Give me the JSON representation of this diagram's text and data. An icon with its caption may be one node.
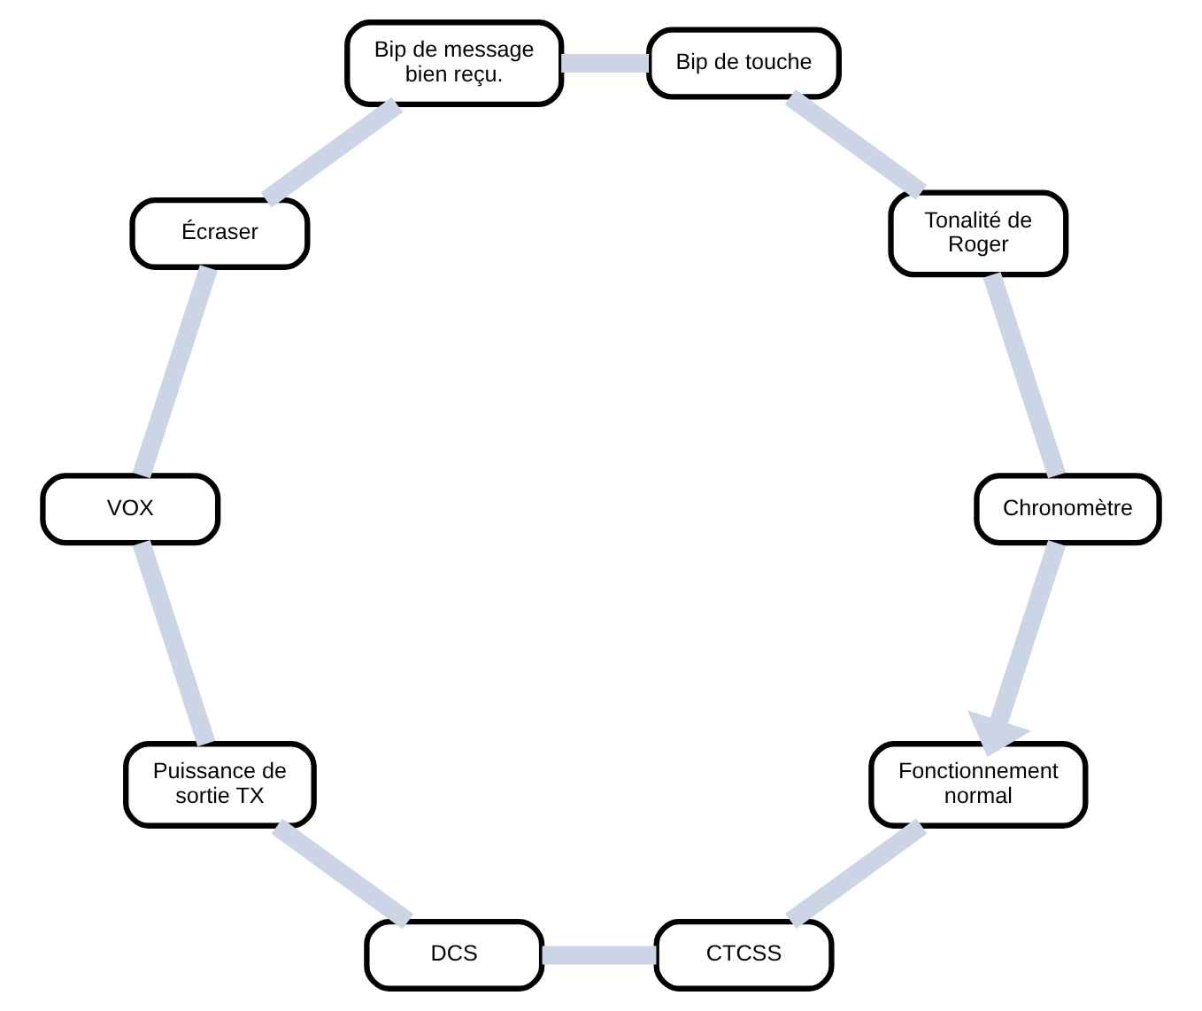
{
  "diagram": {
    "nodes": [
      {
        "text": [
          "Fonctionnement normal"
        ]
      },
      {
        "text": [
          "CTCSS"
        ]
      },
      {
        "text": [
          "DCS"
        ]
      },
      {
        "text": [
          "Puissance de sortie TX"
        ]
      },
      {
        "text": [
          "VOX"
        ]
      },
      {
        "text": [
          "Écraser"
        ]
      },
      {
        "text": [
          "Bip de message bien reçu."
        ]
      },
      {
        "text": [
          "Bip de touche"
        ]
      },
      {
        "text": [
          "Tonalité de Roger"
        ]
      },
      {
        "text": [
          "Chronomètre"
        ]
      }
    ],
    "edges": [
      {
        "from": 0,
        "to": 1,
        "arrow": "none",
        "color": "#ccd5e6"
      },
      {
        "from": 1,
        "to": 2,
        "arrow": "none",
        "color": "#ccd5e6"
      },
      {
        "from": 2,
        "to": 3,
        "arrow": "none",
        "color": "#ccd5e6"
      },
      {
        "from": 3,
        "to": 4,
        "arrow": "none",
        "color": "#ccd5e6"
      },
      {
        "from": 4,
        "to": 5,
        "arrow": "none",
        "color": "#ccd5e6"
      },
      {
        "from": 5,
        "to": 6,
        "arrow": "none",
        "color": "#ccd5e6"
      },
      {
        "from": 6,
        "to": 7,
        "arrow": "none",
        "color": "#ccd5e6"
      },
      {
        "from": 7,
        "to": 8,
        "arrow": "none",
        "color": "#ccd5e6"
      },
      {
        "from": 8,
        "to": 9,
        "arrow": "none",
        "color": "#ccd5e6"
      },
      {
        "from": 9,
        "to": 0,
        "arrow": "to",
        "color": "#ccd5e6"
      }
    ]
  }
}
